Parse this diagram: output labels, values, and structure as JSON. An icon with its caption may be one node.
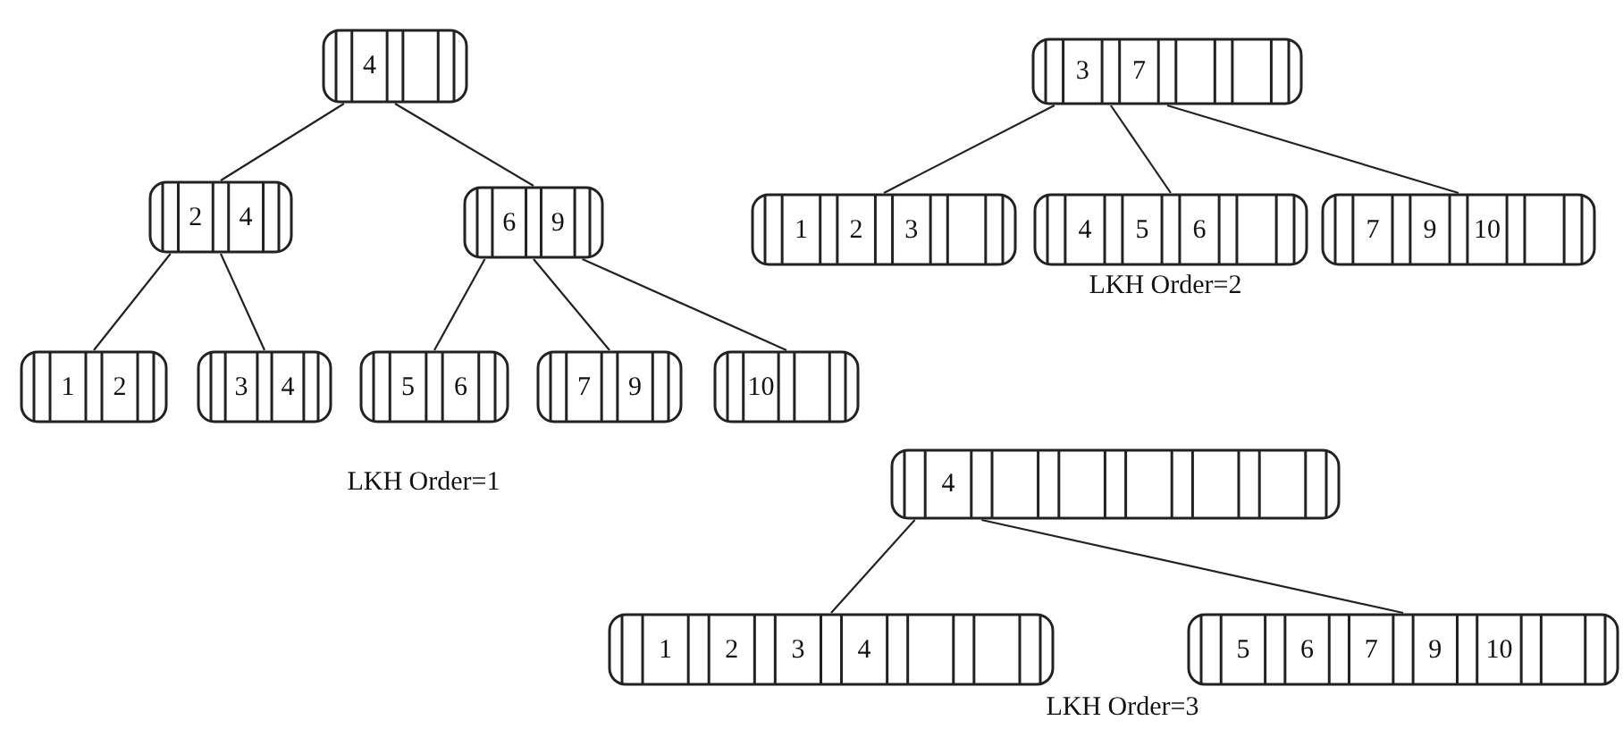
{
  "diagram": {
    "nodes": [
      {
        "text": [
          "4"
        ]
      },
      {
        "text": [
          "2",
          "4"
        ]
      },
      {
        "text": [
          "6",
          "9"
        ]
      },
      {
        "text": [
          "1",
          "2"
        ]
      },
      {
        "text": [
          "3",
          "4"
        ]
      },
      {
        "text": [
          "5",
          "6"
        ]
      },
      {
        "text": [
          "7",
          "9"
        ]
      },
      {
        "text": [
          "10"
        ]
      },
      {
        "text": [
          "3",
          "7"
        ]
      },
      {
        "text": [
          "1",
          "2",
          "3"
        ]
      },
      {
        "text": [
          "4",
          "5",
          "6"
        ]
      },
      {
        "text": [
          "7",
          "9",
          "10"
        ]
      },
      {
        "text": [
          "4"
        ]
      },
      {
        "text": [
          "1",
          "2",
          "3",
          "4"
        ]
      },
      {
        "text": [
          "5",
          "6",
          "7",
          "9",
          "10"
        ]
      }
    ],
    "edges": [
      {
        "from": 0,
        "to": 1,
        "arrow": "none"
      },
      {
        "from": 0,
        "to": 2,
        "arrow": "none"
      },
      {
        "from": 1,
        "to": 3,
        "arrow": "none"
      },
      {
        "from": 1,
        "to": 4,
        "arrow": "none"
      },
      {
        "from": 2,
        "to": 5,
        "arrow": "none"
      },
      {
        "from": 2,
        "to": 6,
        "arrow": "none"
      },
      {
        "from": 2,
        "to": 7,
        "arrow": "none"
      },
      {
        "from": 8,
        "to": 9,
        "arrow": "none"
      },
      {
        "from": 8,
        "to": 10,
        "arrow": "none"
      },
      {
        "from": 8,
        "to": 11,
        "arrow": "none"
      },
      {
        "from": 12,
        "to": 13,
        "arrow": "none"
      },
      {
        "from": 12,
        "to": 14,
        "arrow": "none"
      }
    ],
    "labels": [
      "LKH Order=1",
      "LKH Order=2",
      "LKH Order=3"
    ]
  }
}
